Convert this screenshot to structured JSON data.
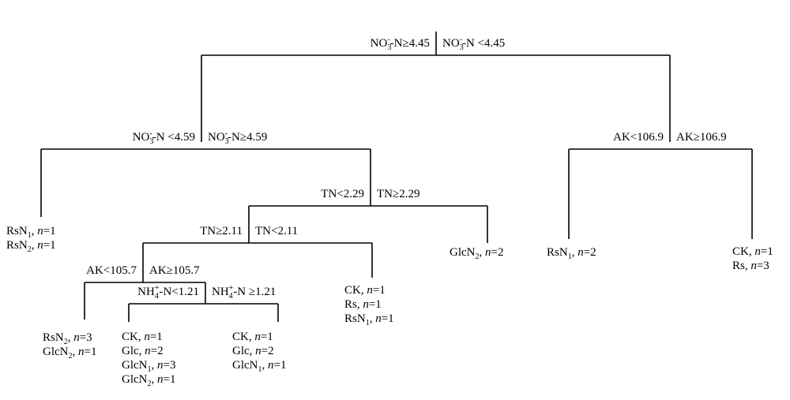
{
  "splits": [
    {
      "id": "root",
      "left": {
        "pre": "NO",
        "sub": "3",
        "sup": "-",
        "post": "-N≥4.45"
      },
      "right": {
        "pre": "NO",
        "sub": "3",
        "sup": "-",
        "post": "-N <4.45"
      }
    },
    {
      "id": "n1",
      "left": {
        "pre": "NO",
        "sub": "3",
        "sup": "-",
        "post": "-N <4.59"
      },
      "right": {
        "pre": "NO",
        "sub": "3",
        "sup": "-",
        "post": "-N≥4.59"
      }
    },
    {
      "id": "n2",
      "left": {
        "pre": "AK<106.9"
      },
      "right": {
        "pre": "AK≥106.9"
      }
    },
    {
      "id": "n3",
      "left": {
        "pre": "TN<2.29"
      },
      "right": {
        "pre": "TN≥2.29"
      }
    },
    {
      "id": "n4",
      "left": {
        "pre": "TN≥2.11"
      },
      "right": {
        "pre": "TN<2.11"
      }
    },
    {
      "id": "n5",
      "left": {
        "pre": "AK<105.7"
      },
      "right": {
        "pre": "AK≥105.7"
      }
    },
    {
      "id": "n6",
      "left": {
        "pre": "NH",
        "sub": "4",
        "sup": "+",
        "post": "-N<1.21"
      },
      "right": {
        "pre": "NH",
        "sub": "4",
        "sup": "+",
        "post": "-N ≥1.21"
      }
    }
  ],
  "leaves": [
    {
      "id": "leaf-a",
      "lines": [
        {
          "name": "RsN",
          "sub": "1",
          "n": "1"
        },
        {
          "name": "RsN",
          "sub": "2",
          "n": "1"
        }
      ]
    },
    {
      "id": "leaf-b",
      "lines": [
        {
          "name": "RsN",
          "sub": "2",
          "n": "3"
        },
        {
          "name": "GlcN",
          "sub": "2",
          "n": "1"
        }
      ]
    },
    {
      "id": "leaf-c",
      "lines": [
        {
          "name": "CK",
          "n": "1"
        },
        {
          "name": "Glc",
          "n": "2"
        },
        {
          "name": "GlcN",
          "sub": "1",
          "n": "3"
        },
        {
          "name": "GlcN",
          "sub": "2",
          "n": "1"
        }
      ]
    },
    {
      "id": "leaf-d",
      "lines": [
        {
          "name": "CK",
          "n": "1"
        },
        {
          "name": "Glc",
          "n": "2"
        },
        {
          "name": "GlcN",
          "sub": "1",
          "n": "1"
        }
      ]
    },
    {
      "id": "leaf-e",
      "lines": [
        {
          "name": "CK",
          "n": "1"
        },
        {
          "name": "Rs",
          "n": "1"
        },
        {
          "name": "RsN",
          "sub": "1",
          "n": "1"
        }
      ]
    },
    {
      "id": "leaf-f",
      "lines": [
        {
          "name": "GlcN",
          "sub": "2",
          "n": "2"
        }
      ]
    },
    {
      "id": "leaf-g",
      "lines": [
        {
          "name": "RsN",
          "sub": "1",
          "n": "2"
        }
      ]
    },
    {
      "id": "leaf-h",
      "lines": [
        {
          "name": "CK",
          "n": "1"
        },
        {
          "name": "Rs",
          "n": "3"
        }
      ]
    }
  ],
  "n_symbol": "n"
}
